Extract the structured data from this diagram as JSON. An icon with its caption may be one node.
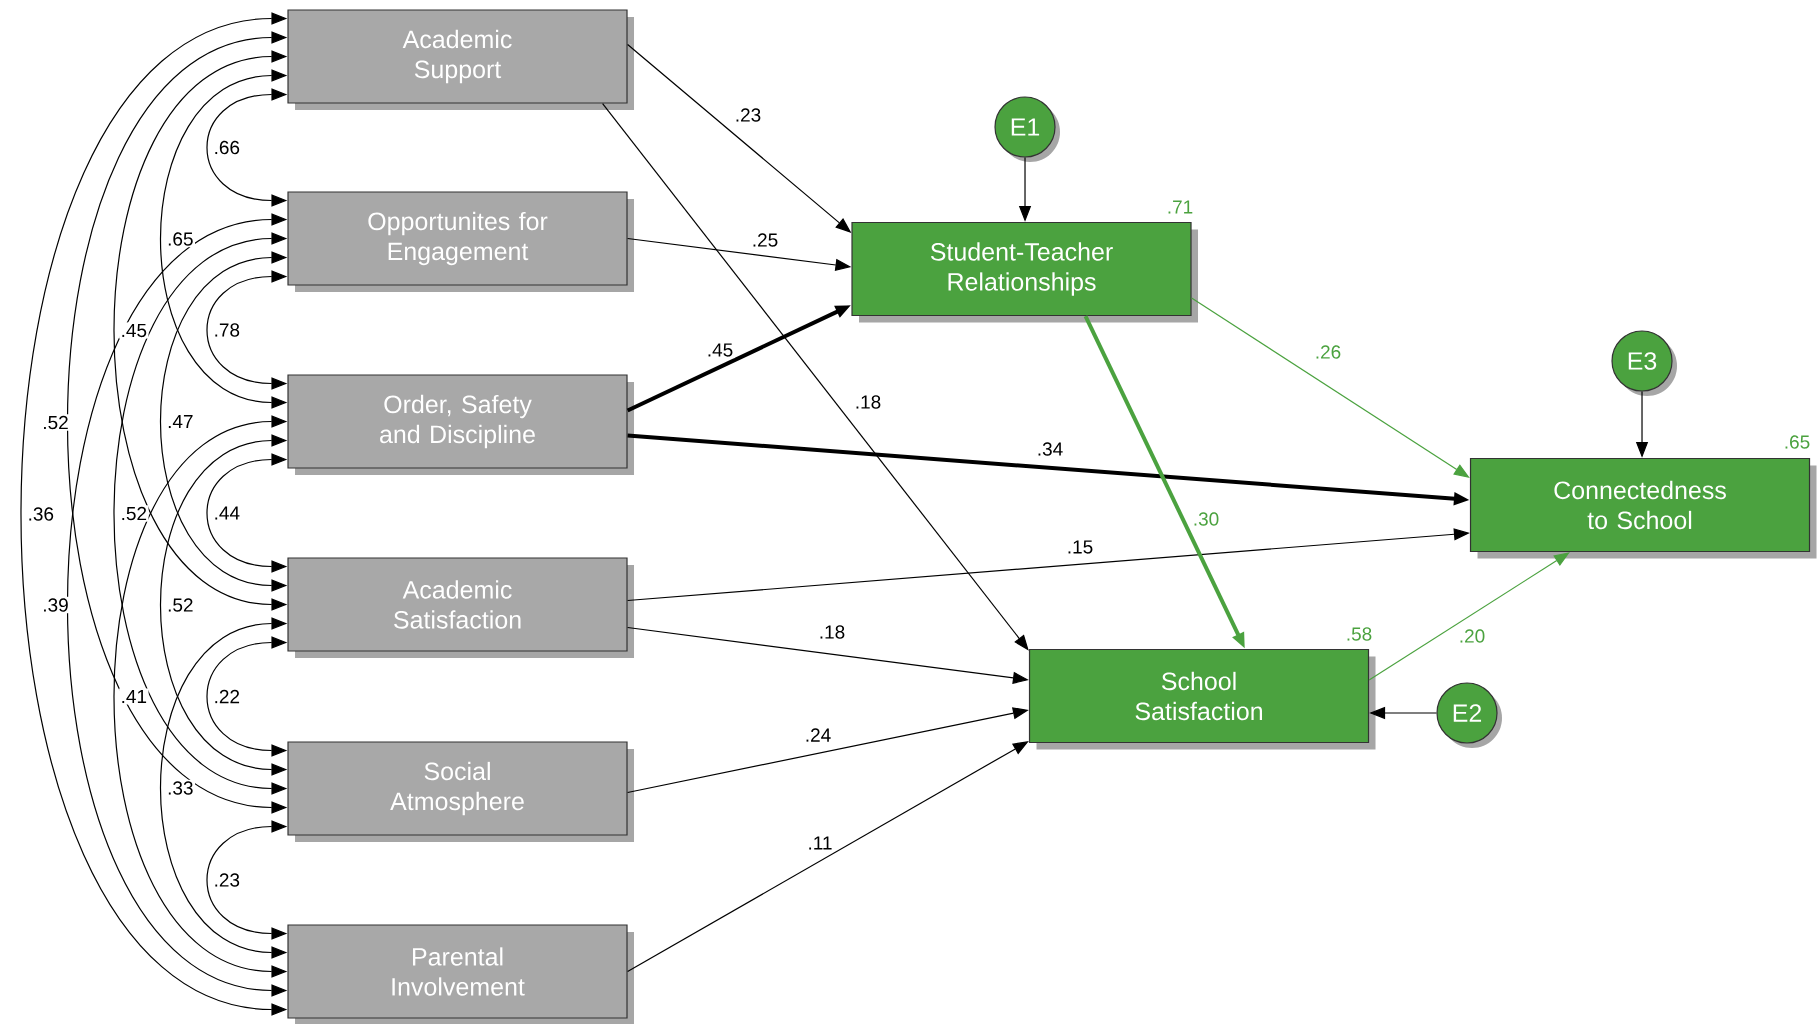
{
  "diagram": {
    "nodes": [
      {
        "text": [
          "Academic Support"
        ]
      },
      {
        "text": [
          "Opportunites for Engagement"
        ]
      },
      {
        "text": [
          "Order, Safety and Discipline"
        ]
      },
      {
        "text": [
          "Academic Satisfaction"
        ]
      },
      {
        "text": [
          "Social Atmosphere"
        ]
      },
      {
        "text": [
          "Parental Involvement"
        ]
      },
      {
        "text": [
          "E1"
        ]
      },
      {
        "text": [
          "Student-Teacher Relationships"
        ],
        "beside": [
          ".71"
        ]
      },
      {
        "text": [
          "E3"
        ]
      },
      {
        "text": [
          "Connectedness to School"
        ],
        "beside": [
          ".65"
        ]
      },
      {
        "text": [
          "School Satisfaction"
        ],
        "beside": [
          ".58"
        ]
      },
      {
        "text": [
          "E2"
        ]
      }
    ],
    "edges": [
      {
        "from": 0,
        "to": 1,
        "arrow": "both",
        "label": ".66"
      },
      {
        "from": 0,
        "to": 2,
        "arrow": "both",
        "label": ".65"
      },
      {
        "from": 0,
        "to": 3,
        "arrow": "both",
        "label": ".45"
      },
      {
        "from": 0,
        "to": 4,
        "arrow": "both",
        "label": ".52"
      },
      {
        "from": 0,
        "to": 5,
        "arrow": "both",
        "label": ".36"
      },
      {
        "from": 1,
        "to": 2,
        "arrow": "both",
        "label": ".78"
      },
      {
        "from": 1,
        "to": 3,
        "arrow": "both",
        "label": ".47"
      },
      {
        "from": 1,
        "to": 4,
        "arrow": "both",
        "label": ".52"
      },
      {
        "from": 1,
        "to": 5,
        "arrow": "both",
        "label": ".39"
      },
      {
        "from": 2,
        "to": 3,
        "arrow": "both",
        "label": ".44"
      },
      {
        "from": 2,
        "to": 4,
        "arrow": "both",
        "label": ".52"
      },
      {
        "from": 2,
        "to": 5,
        "arrow": "both",
        "label": ".41"
      },
      {
        "from": 3,
        "to": 4,
        "arrow": "both",
        "label": ".22"
      },
      {
        "from": 3,
        "to": 5,
        "arrow": "both",
        "label": ".33"
      },
      {
        "from": 4,
        "to": 5,
        "arrow": "both",
        "label": ".23"
      },
      {
        "from": 0,
        "to": 7,
        "arrow": "to",
        "label": ".23"
      },
      {
        "from": 1,
        "to": 7,
        "arrow": "to",
        "label": ".25"
      },
      {
        "from": 2,
        "to": 7,
        "arrow": "to",
        "label": ".45",
        "style": "thick"
      },
      {
        "from": 0,
        "to": 10,
        "arrow": "to",
        "label": ".18"
      },
      {
        "from": 2,
        "to": 9,
        "arrow": "to",
        "label": ".34",
        "style": "thick"
      },
      {
        "from": 3,
        "to": 9,
        "arrow": "to",
        "label": ".15"
      },
      {
        "from": 3,
        "to": 10,
        "arrow": "to",
        "label": ".18"
      },
      {
        "from": 4,
        "to": 10,
        "arrow": "to",
        "label": ".24"
      },
      {
        "from": 5,
        "to": 10,
        "arrow": "to",
        "label": ".11"
      },
      {
        "from": 7,
        "to": 9,
        "arrow": "to",
        "label": ".26",
        "color": "#4ba23f"
      },
      {
        "from": 7,
        "to": 10,
        "arrow": "to",
        "label": ".30",
        "color": "#4ba23f",
        "style": "thick"
      },
      {
        "from": 10,
        "to": 9,
        "arrow": "to",
        "label": ".20",
        "color": "#4ba23f"
      },
      {
        "from": 6,
        "to": 7,
        "arrow": "to"
      },
      {
        "from": 8,
        "to": 9,
        "arrow": "to"
      },
      {
        "from": 11,
        "to": 10,
        "arrow": "to"
      }
    ]
  }
}
